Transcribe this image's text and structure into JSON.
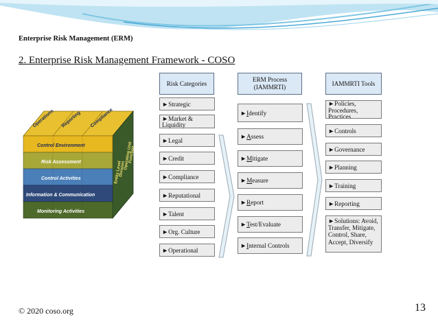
{
  "deck_title": "Enterprise Risk Management (ERM)",
  "slide_title": "2. Enterprise Risk Management Framework - COSO",
  "cube": {
    "top_faces": [
      "Operations",
      "Reporting",
      "Compliance"
    ],
    "rows": [
      "Control Environment",
      "Risk Assessment",
      "Control Activities",
      "Information & Communication",
      "Monitoring Activities"
    ],
    "side_faces": [
      "Entity Level",
      "Division",
      "Operating Unit",
      "Function"
    ],
    "colors": {
      "row1": "#e8b820",
      "row2": "#a8a838",
      "row3": "#4a7fb8",
      "row4": "#2f4a7a",
      "row5": "#4d6a2a",
      "top": "#e8c030",
      "side": "#3a5a2a"
    }
  },
  "columns": {
    "risk": {
      "header": "Risk Categories",
      "items": [
        "►Strategic",
        "►Market & Liquidity",
        "►Legal",
        "►Credit",
        "►Compliance",
        "►Reputational",
        "►Talent",
        "►Org. Culture",
        "►Operational"
      ]
    },
    "process": {
      "header": "ERM Process (IAMMRTI)",
      "items": [
        {
          "pre": "►",
          "u": "I",
          "rest": "dentify"
        },
        {
          "pre": "►",
          "u": "A",
          "rest": "ssess"
        },
        {
          "pre": "►",
          "u": "M",
          "rest": "itigate"
        },
        {
          "pre": "►",
          "u": "M",
          "rest": "easure"
        },
        {
          "pre": "►",
          "u": "R",
          "rest": "eport"
        },
        {
          "pre": "►",
          "u": "T",
          "rest": "est/Evaluate"
        },
        {
          "pre": "►",
          "u": "I",
          "rest": "nternal Controls"
        }
      ]
    },
    "tools": {
      "header": "IAMMRTI Tools",
      "items": [
        "►Policies, Procedures, Practices",
        "►Controls",
        "►Governance",
        "►Planning",
        "►Training",
        "►Reporting",
        "►Solutions: Avoid, Transfer, Mitigate, Control, Share, Accept, Diversify"
      ]
    }
  },
  "footer": "© 2020 coso.org",
  "page_number": "13"
}
